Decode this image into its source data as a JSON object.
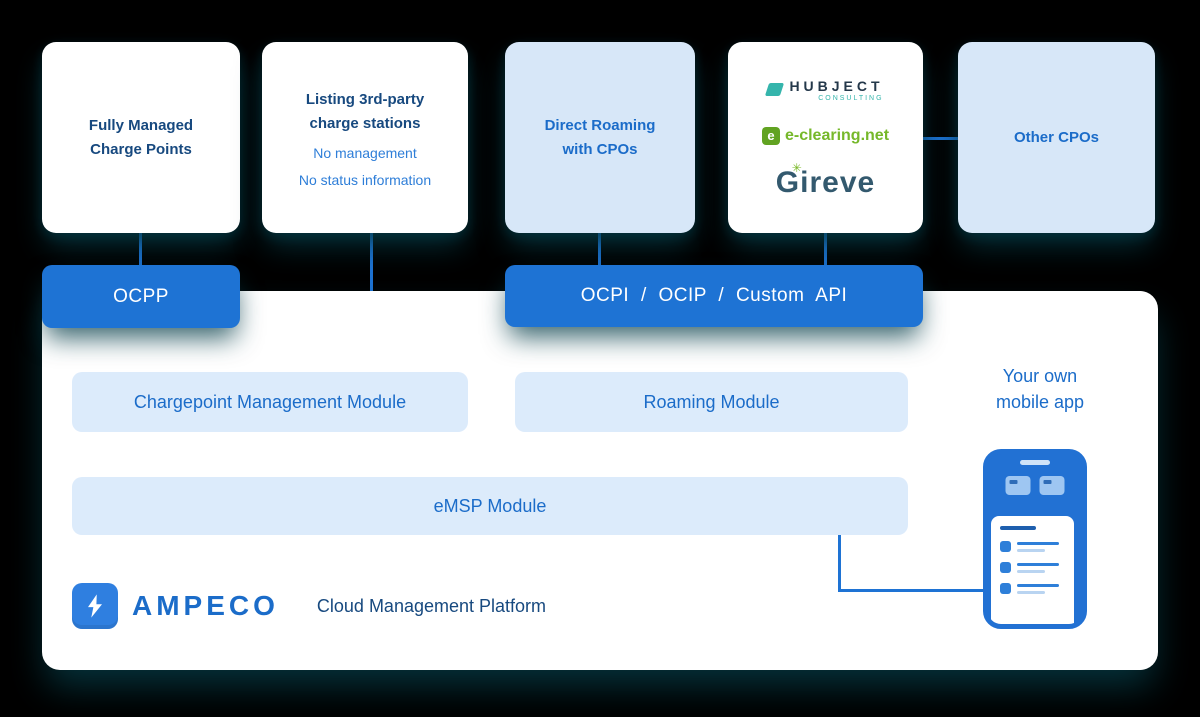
{
  "colors": {
    "background": "#000000",
    "accent_blue": "#1e73d4",
    "navy_text": "#17497f",
    "medium_blue_text": "#1b6cc9",
    "light_blue_fill": "#d7e7f8",
    "module_fill": "#dcebfb",
    "hubject_teal": "#35b5ac",
    "hubject_dark": "#24384a",
    "eclearing_green": "#76b82a",
    "gireve_slate": "#33596e",
    "gireve_green": "#7ab929"
  },
  "icons": {
    "ampeco_logo_icon": "lightning-bolt",
    "gireve_burst_glyph": "✳",
    "eclearing_icon_glyph": "e"
  },
  "top_boxes": {
    "fully_managed": {
      "line1": "Fully Managed",
      "line2": "Charge Points"
    },
    "listing": {
      "title_line1": "Listing 3rd-party",
      "title_line2": "charge stations",
      "note1": "No management",
      "note2": "No status information"
    },
    "direct_roaming": {
      "line1": "Direct Roaming",
      "line2": "with CPOs"
    },
    "partners": {
      "hubject": "HUBJECT",
      "hubject_sub": "CONSULTING",
      "eclearing": "e-clearing.net",
      "gireve": "Gireve"
    },
    "other_cpos": {
      "label": "Other CPOs"
    }
  },
  "bars": {
    "ocpp": "OCPP",
    "ocpi": "OCPI / OCIP / Custom API"
  },
  "platform": {
    "modules": {
      "chargepoint": "Chargepoint Management Module",
      "roaming": "Roaming Module",
      "emsp": "eMSP Module"
    },
    "mobile_app": {
      "line1": "Your own",
      "line2": "mobile app"
    },
    "brand": "AMPECO",
    "caption": "Cloud Management Platform"
  }
}
